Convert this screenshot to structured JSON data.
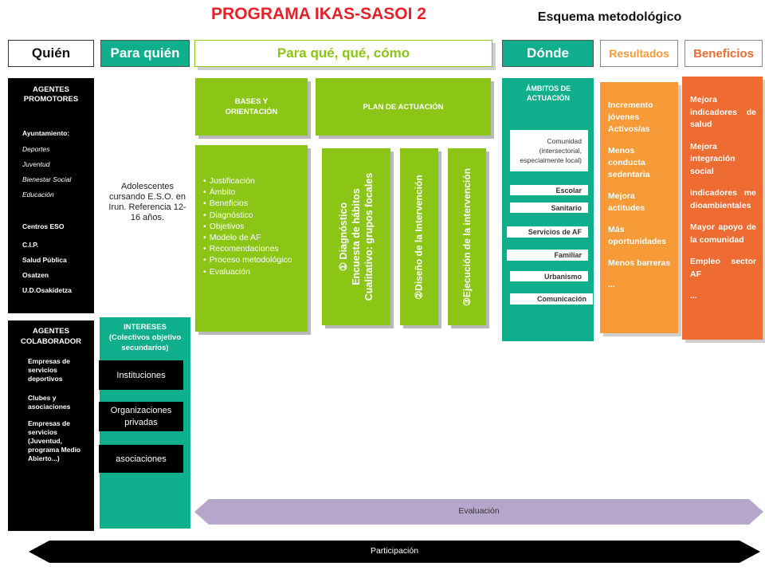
{
  "title": "PROGRAMA IKAS-SASOI 2",
  "subtitle": "Esquema metodológico",
  "headers": {
    "quien": "Quién",
    "para_quien": "Para quién",
    "para_que": "Para qué, qué, cómo",
    "donde": "Dónde",
    "resultados": "Resultados",
    "beneficios": "Beneficios"
  },
  "quien": {
    "promotores_title": "AGENTES PROMOTORES",
    "ayuntamiento": "Ayuntamiento:",
    "deportes": "Deportes",
    "juventud": "Juventud",
    "bienestar": "Bienestar Social",
    "educacion": "Educación",
    "centros": "Centros ESO",
    "cip": "C.I.P.",
    "salud": "Salud Pública",
    "osatzen": "Osatzen",
    "ud": "U.D.Osakidetza",
    "colaborador_title": "AGENTES COLABORADOR",
    "colaboradores": [
      "Empresas de servicios deportivos",
      "Clubes y asociaciones",
      "Empresas de servicios (Juventud, programa Medio Abierto...)"
    ]
  },
  "para_quien": {
    "text": "Adolescentes cursando E.S.O. en Irun. Referencia 12-16 años.",
    "intereses_title": "INTERESES (Colectivos objetivo secundarios)",
    "items": [
      "Instituciones",
      "Organizaciones privadas",
      "asociaciones"
    ]
  },
  "para_que": {
    "bases": "BASES Y ORIENTACIÓN",
    "plan": "PLAN DE ACTUACIÓN",
    "bullets": [
      "Justificación",
      "Ámbito",
      "Beneficios",
      "Diagnóstico",
      "Objetivos",
      "Modelo de AF",
      "Recomendaciones",
      "Proceso metodológico",
      "Evaluación"
    ],
    "col1_line1": "① Diagnóstico",
    "col1_line2": "Encuesta de hábitos",
    "col1_line3": "Cualitativo: grupos focales",
    "col2": "②Diseño de la Intervención",
    "col3": "③Ejecución de la intervención"
  },
  "donde": {
    "title": "ÁMBITOS DE ACTUACIÓN",
    "comunidad": "Comunidad (intersectorial, especialmente local)",
    "items": [
      "Escolar",
      "Sanitario",
      "Servicios de AF",
      "Familiar",
      "Urbanismo",
      "Comunicación"
    ]
  },
  "resultados": {
    "items": [
      "Incremento jóvenes Activos/as",
      "Menos conducta sedentaria",
      "Mejora actitudes",
      "Más oportunidades",
      "Menos barreras",
      "..."
    ]
  },
  "beneficios": {
    "items": [
      "Mejora indicadores de salud",
      "Mejora integración social",
      "indicadores medioambientales",
      "Mayor apoyo de la comunidad",
      "Empleo sector AF",
      "..."
    ]
  },
  "evaluacion": "Evaluación",
  "participacion": "Participación",
  "colors": {
    "title_red": "#e8202a",
    "green": "#8bc516",
    "teal": "#0fae8c",
    "orange_light": "#f79a38",
    "orange_dark": "#ee6b32",
    "lavender": "#b7a6cc"
  }
}
